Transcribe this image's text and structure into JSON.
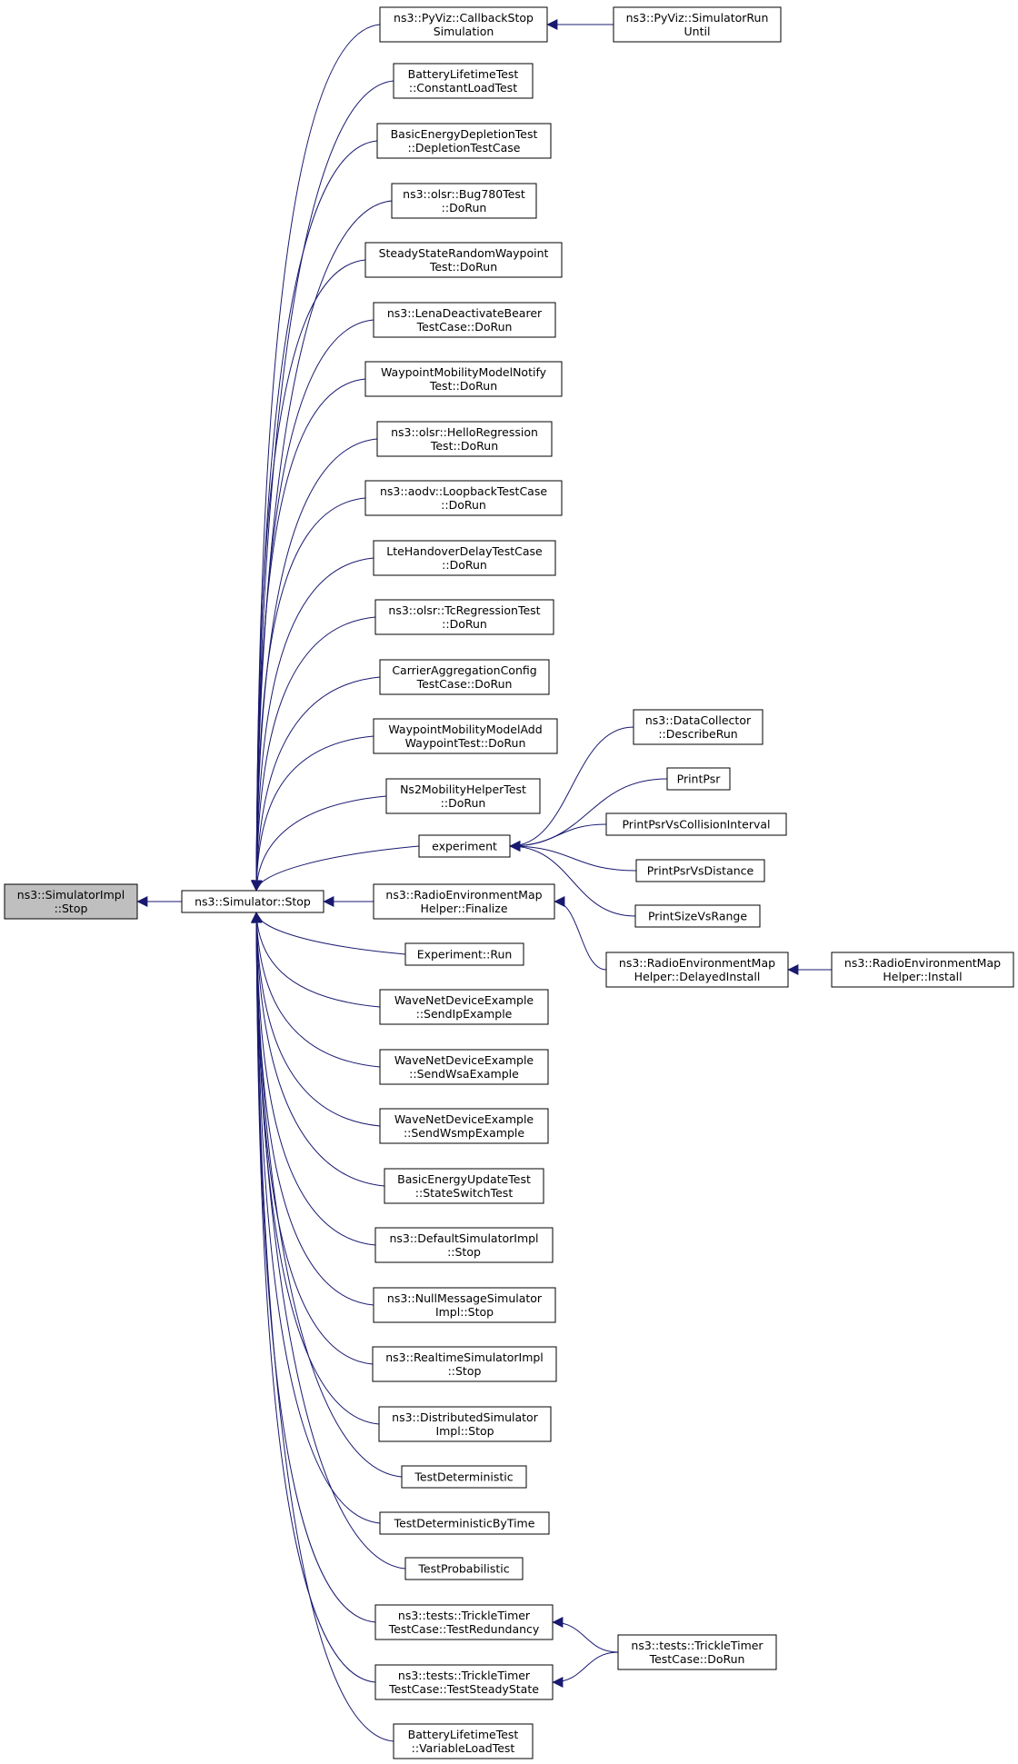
{
  "colors": {
    "edge": "#191970",
    "node_border": "#000000",
    "node_fill": "#ffffff",
    "focus_fill": "#bfbfbf",
    "text": "#000000"
  },
  "nodes": [
    {
      "id": "n0",
      "lines": [
        "ns3::SimulatorImpl",
        "::Stop"
      ],
      "focus": true
    },
    {
      "id": "n1",
      "lines": [
        "ns3::Simulator::Stop"
      ]
    },
    {
      "id": "c0",
      "lines": [
        "ns3::PyViz::CallbackStop",
        "Simulation"
      ]
    },
    {
      "id": "c1",
      "lines": [
        "BatteryLifetimeTest",
        "::ConstantLoadTest"
      ]
    },
    {
      "id": "c2",
      "lines": [
        "BasicEnergyDepletionTest",
        "::DepletionTestCase"
      ]
    },
    {
      "id": "c3",
      "lines": [
        "ns3::olsr::Bug780Test",
        "::DoRun"
      ]
    },
    {
      "id": "c4",
      "lines": [
        "SteadyStateRandomWaypoint",
        "Test::DoRun"
      ]
    },
    {
      "id": "c5",
      "lines": [
        "ns3::LenaDeactivateBearer",
        "TestCase::DoRun"
      ]
    },
    {
      "id": "c6",
      "lines": [
        "WaypointMobilityModelNotify",
        "Test::DoRun"
      ]
    },
    {
      "id": "c7",
      "lines": [
        "ns3::olsr::HelloRegression",
        "Test::DoRun"
      ]
    },
    {
      "id": "c8",
      "lines": [
        "ns3::aodv::LoopbackTestCase",
        "::DoRun"
      ]
    },
    {
      "id": "c9",
      "lines": [
        "LteHandoverDelayTestCase",
        "::DoRun"
      ]
    },
    {
      "id": "c10",
      "lines": [
        "ns3::olsr::TcRegressionTest",
        "::DoRun"
      ]
    },
    {
      "id": "c11",
      "lines": [
        "CarrierAggregationConfig",
        "TestCase::DoRun"
      ]
    },
    {
      "id": "c12",
      "lines": [
        "WaypointMobilityModelAdd",
        "WaypointTest::DoRun"
      ]
    },
    {
      "id": "c13",
      "lines": [
        "Ns2MobilityHelperTest",
        "::DoRun"
      ]
    },
    {
      "id": "c14",
      "lines": [
        "experiment"
      ]
    },
    {
      "id": "c15",
      "lines": [
        "ns3::RadioEnvironmentMap",
        "Helper::Finalize"
      ]
    },
    {
      "id": "c16",
      "lines": [
        "Experiment::Run"
      ]
    },
    {
      "id": "c17",
      "lines": [
        "WaveNetDeviceExample",
        "::SendIpExample"
      ]
    },
    {
      "id": "c18",
      "lines": [
        "WaveNetDeviceExample",
        "::SendWsaExample"
      ]
    },
    {
      "id": "c19",
      "lines": [
        "WaveNetDeviceExample",
        "::SendWsmpExample"
      ]
    },
    {
      "id": "c20",
      "lines": [
        "BasicEnergyUpdateTest",
        "::StateSwitchTest"
      ]
    },
    {
      "id": "c21",
      "lines": [
        "ns3::DefaultSimulatorImpl",
        "::Stop"
      ]
    },
    {
      "id": "c22",
      "lines": [
        "ns3::NullMessageSimulator",
        "Impl::Stop"
      ]
    },
    {
      "id": "c23",
      "lines": [
        "ns3::RealtimeSimulatorImpl",
        "::Stop"
      ]
    },
    {
      "id": "c24",
      "lines": [
        "ns3::DistributedSimulator",
        "Impl::Stop"
      ]
    },
    {
      "id": "c25",
      "lines": [
        "TestDeterministic"
      ]
    },
    {
      "id": "c26",
      "lines": [
        "TestDeterministicByTime"
      ]
    },
    {
      "id": "c27",
      "lines": [
        "TestProbabilistic"
      ]
    },
    {
      "id": "c28",
      "lines": [
        "ns3::tests::TrickleTimer",
        "TestCase::TestRedundancy"
      ]
    },
    {
      "id": "c29",
      "lines": [
        "ns3::tests::TrickleTimer",
        "TestCase::TestSteadyState"
      ]
    },
    {
      "id": "c30",
      "lines": [
        "BatteryLifetimeTest",
        "::VariableLoadTest"
      ]
    },
    {
      "id": "d0",
      "lines": [
        "ns3::PyViz::SimulatorRun",
        "Until"
      ]
    },
    {
      "id": "e0",
      "lines": [
        "ns3::DataCollector",
        "::DescribeRun"
      ]
    },
    {
      "id": "e1",
      "lines": [
        "PrintPsr"
      ]
    },
    {
      "id": "e2",
      "lines": [
        "PrintPsrVsCollisionInterval"
      ]
    },
    {
      "id": "e3",
      "lines": [
        "PrintPsrVsDistance"
      ]
    },
    {
      "id": "e4",
      "lines": [
        "PrintSizeVsRange"
      ]
    },
    {
      "id": "r0",
      "lines": [
        "ns3::RadioEnvironmentMap",
        "Helper::DelayedInstall"
      ]
    },
    {
      "id": "r1",
      "lines": [
        "ns3::RadioEnvironmentMap",
        "Helper::Install"
      ]
    },
    {
      "id": "t0",
      "lines": [
        "ns3::tests::TrickleTimer",
        "TestCase::DoRun"
      ]
    }
  ],
  "edges": [
    {
      "from": "n1",
      "to": "n0"
    },
    {
      "from": "c0",
      "to": "n1"
    },
    {
      "from": "c1",
      "to": "n1"
    },
    {
      "from": "c2",
      "to": "n1"
    },
    {
      "from": "c3",
      "to": "n1"
    },
    {
      "from": "c4",
      "to": "n1"
    },
    {
      "from": "c5",
      "to": "n1"
    },
    {
      "from": "c6",
      "to": "n1"
    },
    {
      "from": "c7",
      "to": "n1"
    },
    {
      "from": "c8",
      "to": "n1"
    },
    {
      "from": "c9",
      "to": "n1"
    },
    {
      "from": "c10",
      "to": "n1"
    },
    {
      "from": "c11",
      "to": "n1"
    },
    {
      "from": "c12",
      "to": "n1"
    },
    {
      "from": "c13",
      "to": "n1"
    },
    {
      "from": "c14",
      "to": "n1"
    },
    {
      "from": "c15",
      "to": "n1"
    },
    {
      "from": "c16",
      "to": "n1"
    },
    {
      "from": "c17",
      "to": "n1"
    },
    {
      "from": "c18",
      "to": "n1"
    },
    {
      "from": "c19",
      "to": "n1"
    },
    {
      "from": "c20",
      "to": "n1"
    },
    {
      "from": "c21",
      "to": "n1"
    },
    {
      "from": "c22",
      "to": "n1"
    },
    {
      "from": "c23",
      "to": "n1"
    },
    {
      "from": "c24",
      "to": "n1"
    },
    {
      "from": "c25",
      "to": "n1"
    },
    {
      "from": "c26",
      "to": "n1"
    },
    {
      "from": "c27",
      "to": "n1"
    },
    {
      "from": "c28",
      "to": "n1"
    },
    {
      "from": "c29",
      "to": "n1"
    },
    {
      "from": "c30",
      "to": "n1"
    },
    {
      "from": "d0",
      "to": "c0"
    },
    {
      "from": "e0",
      "to": "c14"
    },
    {
      "from": "e1",
      "to": "c14"
    },
    {
      "from": "e2",
      "to": "c14"
    },
    {
      "from": "e3",
      "to": "c14"
    },
    {
      "from": "e4",
      "to": "c14"
    },
    {
      "from": "r0",
      "to": "c15"
    },
    {
      "from": "r1",
      "to": "r0"
    },
    {
      "from": "t0",
      "to": "c28"
    },
    {
      "from": "t0",
      "to": "c29"
    }
  ]
}
